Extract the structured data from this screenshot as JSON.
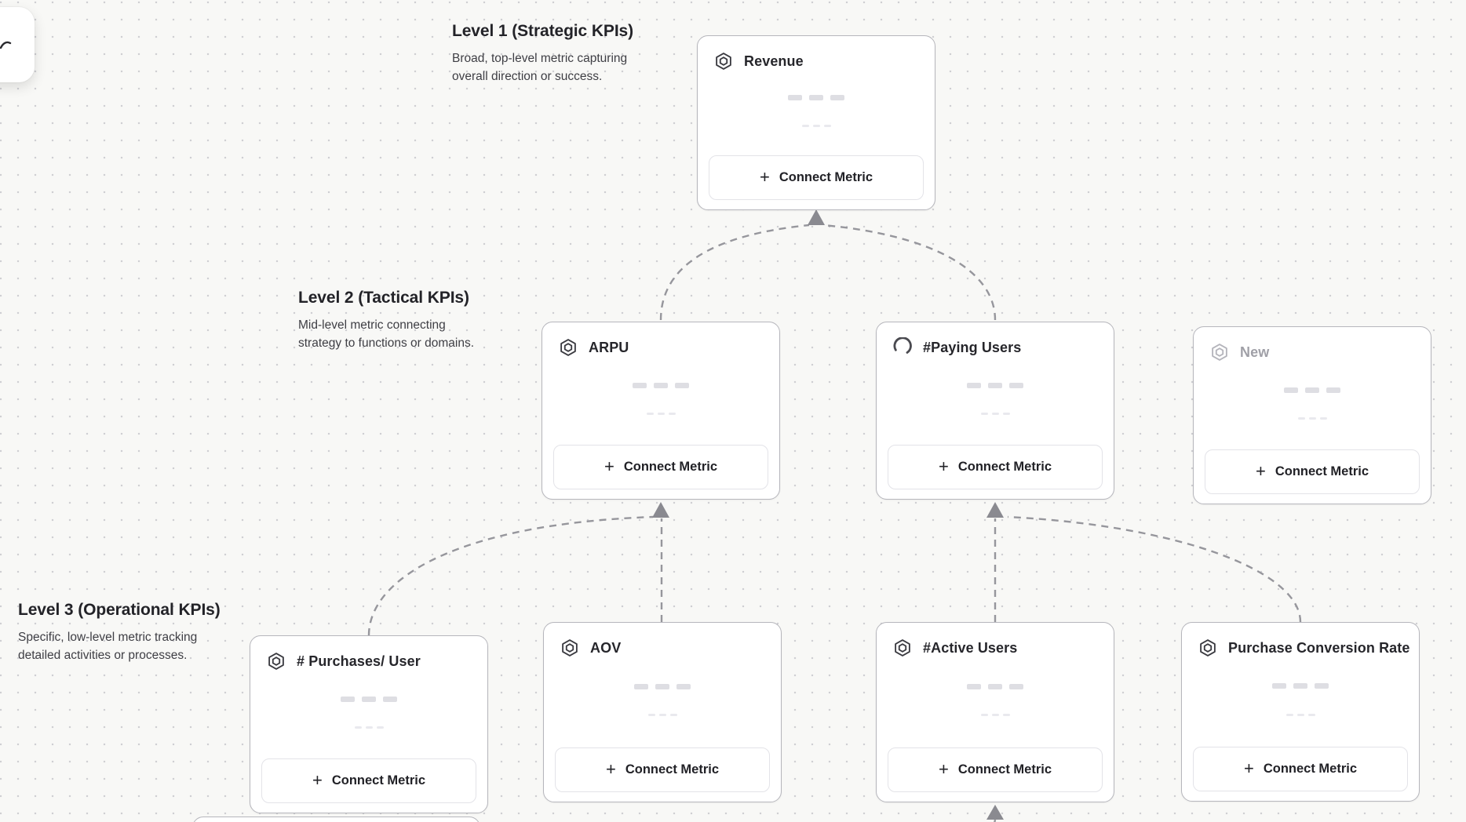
{
  "app": {
    "canvas_bg": "#f8f8f6",
    "dot_color": "#cfcfd3",
    "card_border": "#b6b6bc",
    "connector_color": "#96969c",
    "arrow_color": "#8a8a90",
    "title_color": "#26262b",
    "muted_title_color": "#a0a0a7"
  },
  "icons": {
    "plus": "+"
  },
  "levels": [
    {
      "title": "Level 1 (Strategic KPIs)",
      "description": "Broad, top-level metric capturing\noverall direction or success."
    },
    {
      "title": "Level 2 (Tactical KPIs)",
      "description": "Mid-level metric connecting\nstrategy to functions or domains."
    },
    {
      "title": "Level 3 (Operational KPIs)",
      "description": "Specific, low-level metric tracking\ndetailed activities or processes."
    }
  ],
  "cards": [
    {
      "id": "revenue",
      "title": "Revenue",
      "icon": "hexagon-icon",
      "state": "default",
      "connect_label": "Connect Metric"
    },
    {
      "id": "arpu",
      "title": "ARPU",
      "icon": "hexagon-icon",
      "state": "default",
      "connect_label": "Connect Metric"
    },
    {
      "id": "paying-users",
      "title": "#Paying Users",
      "icon": "spinner-icon",
      "state": "loading",
      "connect_label": "Connect Metric"
    },
    {
      "id": "new",
      "title": "New",
      "icon": "hexagon-icon",
      "state": "muted",
      "connect_label": "Connect Metric"
    },
    {
      "id": "purchases-per-user",
      "title": "# Purchases/ User",
      "icon": "hexagon-icon",
      "state": "default",
      "connect_label": "Connect Metric"
    },
    {
      "id": "aov",
      "title": "AOV",
      "icon": "hexagon-icon",
      "state": "default",
      "connect_label": "Connect Metric"
    },
    {
      "id": "active-users",
      "title": "#Active Users",
      "icon": "hexagon-icon",
      "state": "default",
      "connect_label": "Connect Metric"
    },
    {
      "id": "purchase-conversion-rate",
      "title": "Purchase Conversion Rate",
      "icon": "hexagon-icon",
      "state": "default",
      "connect_label": "Connect Metric"
    }
  ],
  "edges": [
    {
      "from": "arpu",
      "to": "revenue"
    },
    {
      "from": "paying-users",
      "to": "revenue"
    },
    {
      "from": "purchases-per-user",
      "to": "arpu"
    },
    {
      "from": "aov",
      "to": "arpu"
    },
    {
      "from": "active-users",
      "to": "paying-users"
    },
    {
      "from": "purchase-conversion-rate",
      "to": "paying-users"
    },
    {
      "from": "offscreen-below",
      "to": "active-users"
    }
  ]
}
